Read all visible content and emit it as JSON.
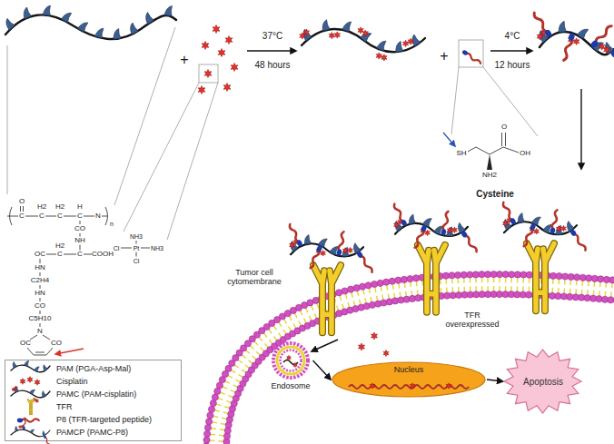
{
  "diagram": {
    "nodes": [
      {
        "text": [
          "Endosome"
        ]
      },
      {
        "text": [
          "Nucleus"
        ]
      },
      {
        "text": [
          "Apoptosis"
        ]
      }
    ],
    "edges": [
      {
        "from": 0,
        "to": 1,
        "arrow": "to"
      },
      {
        "from": 1,
        "to": 2,
        "arrow": "to"
      }
    ],
    "labels": [
      "+",
      "37°C",
      "48 hours",
      "+",
      "4°C",
      "12 hours",
      "O",
      "C",
      "H2",
      "C",
      "H2",
      "C",
      "H",
      "C",
      "N",
      "n",
      "CO",
      "NH",
      "OC",
      "H2",
      "C",
      "C",
      "COOH",
      "HN",
      "C2H4",
      "HN",
      "CO",
      "C5H10",
      "N",
      "OC",
      "CO",
      "NH3",
      "Cl",
      "Pt",
      "NH3",
      "Cl",
      "SH",
      "O",
      "OH",
      "NH2",
      "Cysteine",
      "Tumor cell cytomembrane",
      "TFR overexpressed"
    ],
    "legend": [
      {
        "text": "PAM (PGA-Asp-Mal)"
      },
      {
        "text": "Cisplatin"
      },
      {
        "text": "PAMC (PAM-cisplatin)"
      },
      {
        "text": "TFR"
      },
      {
        "text": "P8 (TFR-targeted peptide)"
      },
      {
        "text": "PAMCP (PAMC-P8)"
      }
    ]
  }
}
